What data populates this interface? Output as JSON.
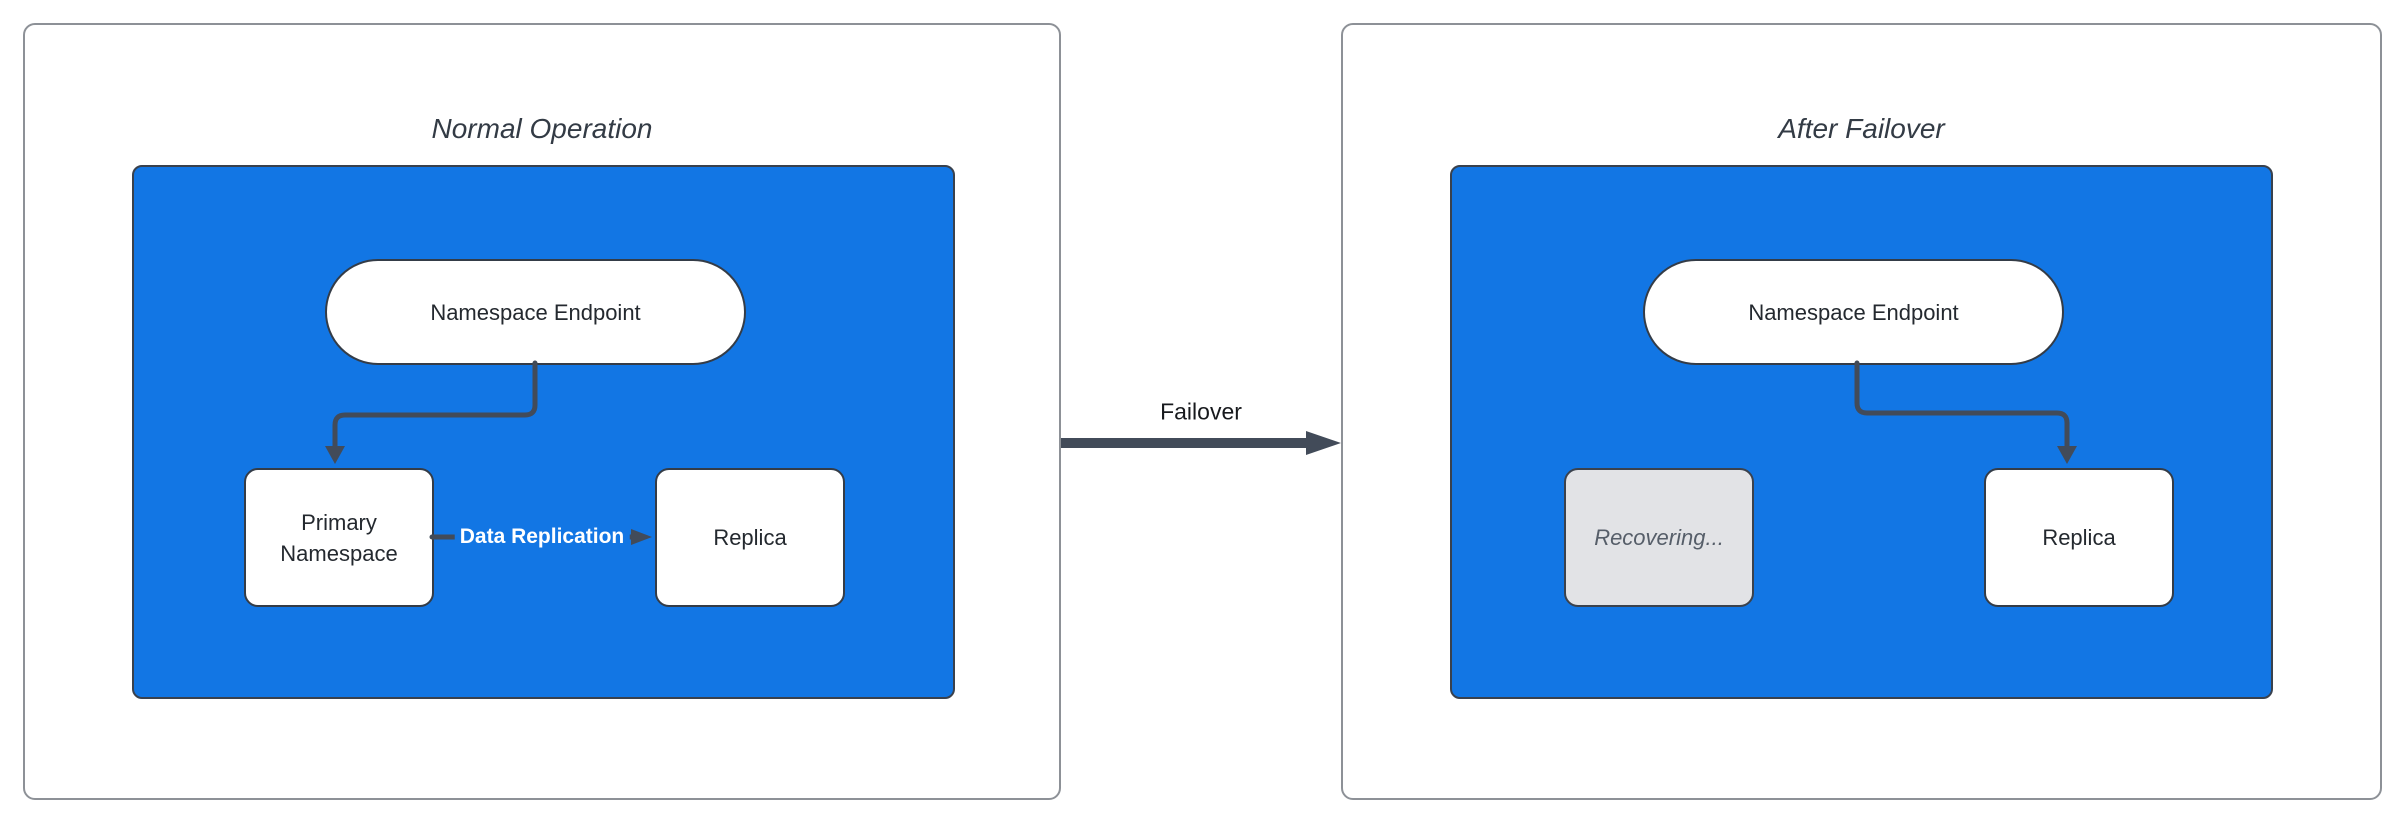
{
  "diagram": {
    "panels": [
      {
        "title": "Normal Operation",
        "nodes": {
          "endpoint": "Namespace Endpoint",
          "primary": "Primary Namespace",
          "replica": "Replica"
        },
        "edge_label": "Data Replication"
      },
      {
        "title": "After Failover",
        "nodes": {
          "endpoint": "Namespace Endpoint",
          "recovering": "Recovering...",
          "replica": "Replica"
        }
      }
    ],
    "transition_label": "Failover",
    "colors": {
      "cluster_fill": "#1276E4",
      "edge_stroke": "#424B59",
      "node_fill": "#FFFFFF",
      "node_border": "#343C47",
      "recovering_fill": "#E2E3E6",
      "recovering_text": "#565E69",
      "panel_border": "#8D9197",
      "title_text": "#333B45",
      "edge_label_on_blue": "#FFFFFF",
      "failover_label_text": "#17191D"
    }
  }
}
